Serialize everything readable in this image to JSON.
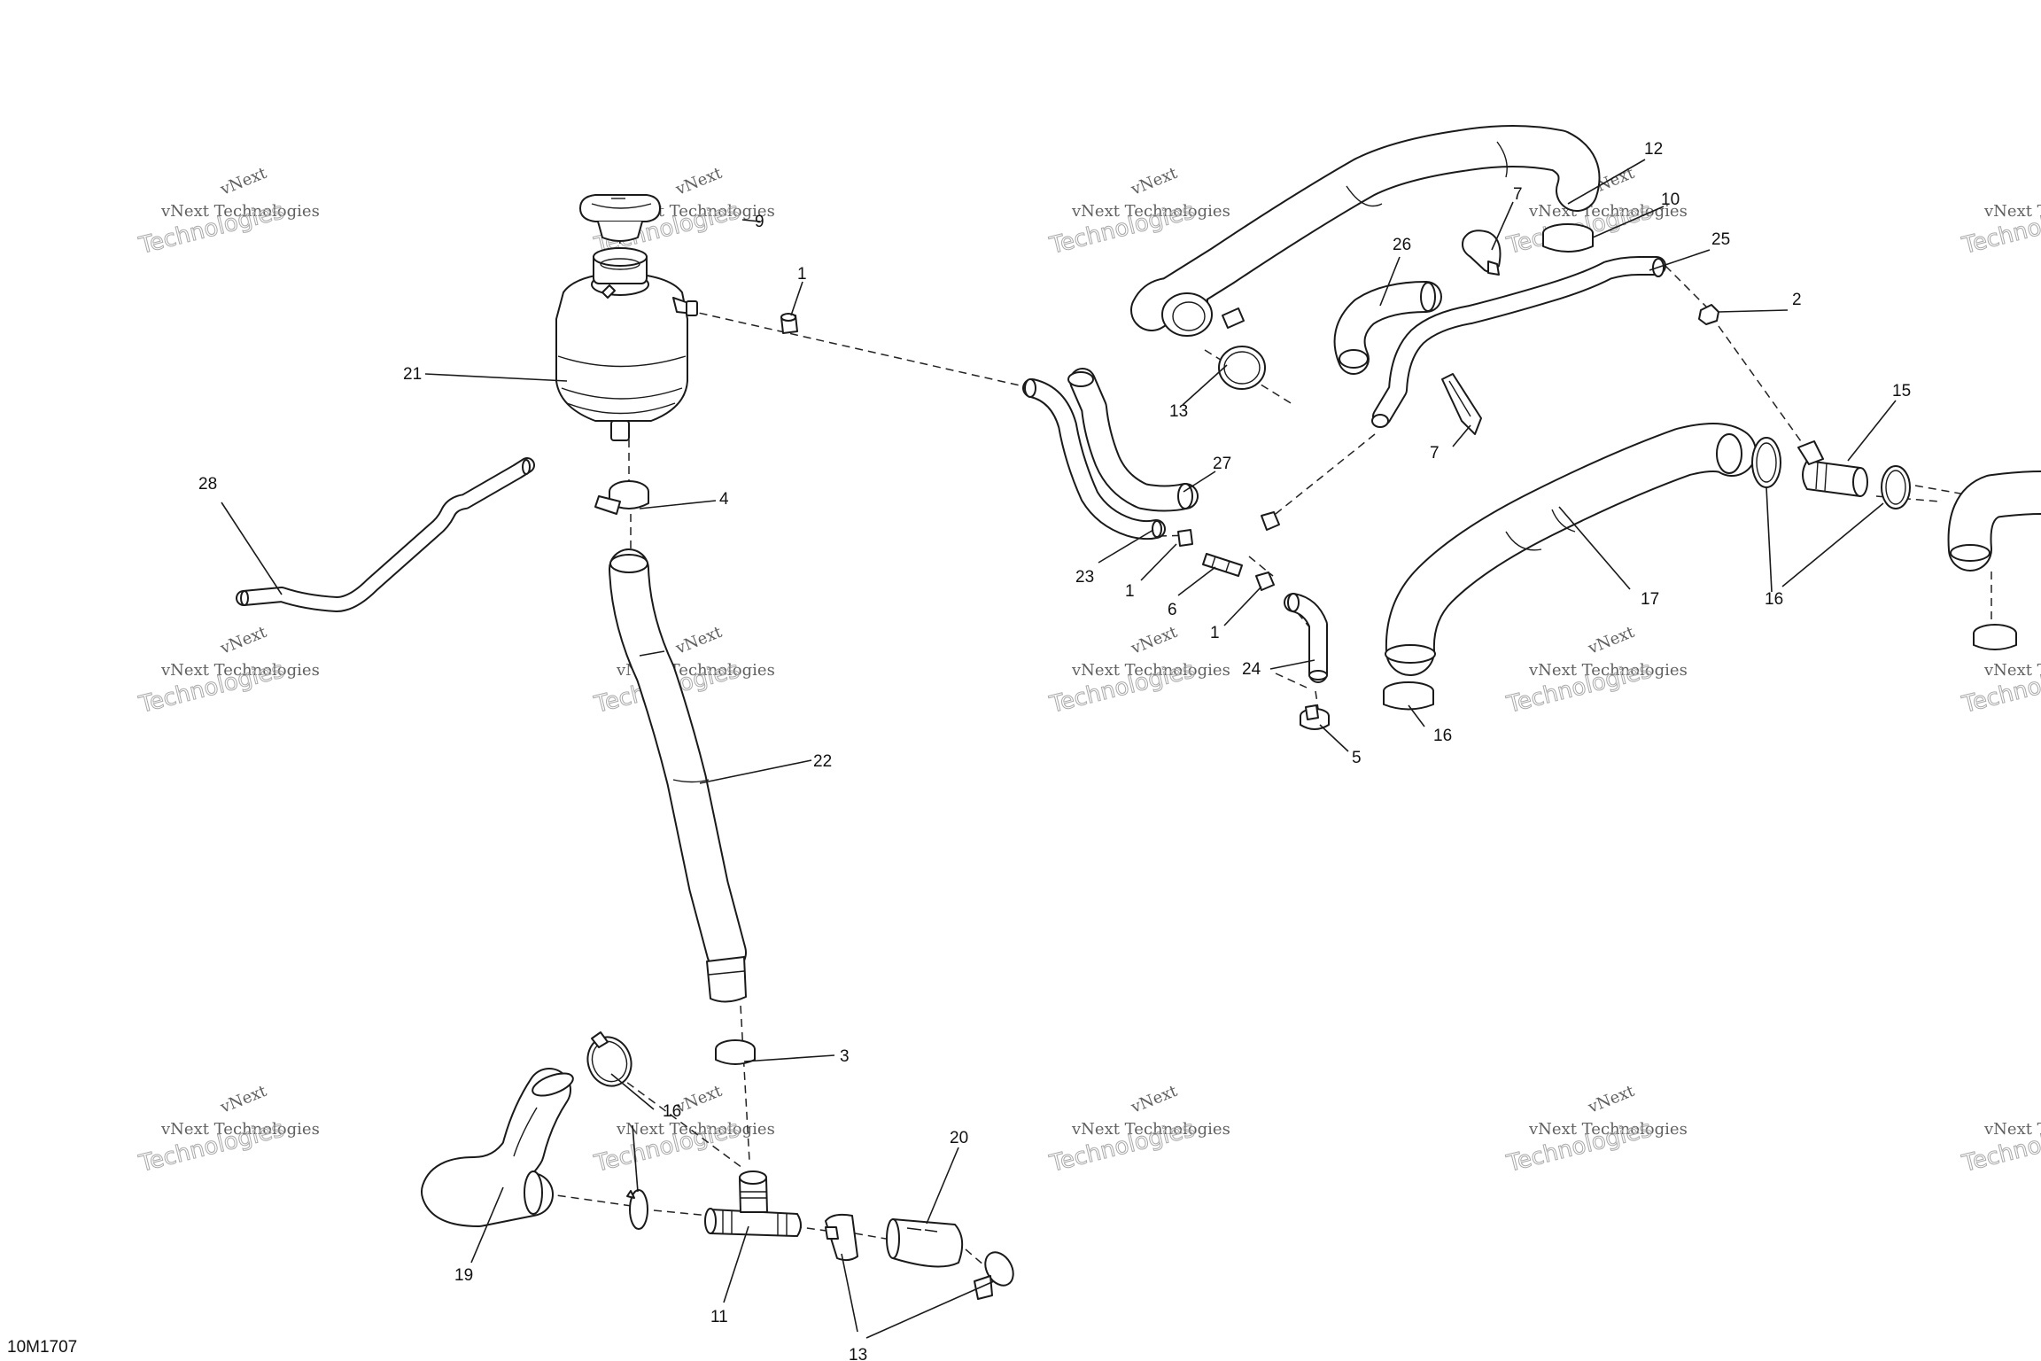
{
  "diagram": {
    "reference_code": "10M1707",
    "watermark": {
      "line1": "vNext",
      "line2": "vNext Technologies",
      "line3": "Technologies"
    },
    "callouts": [
      {
        "id": "c9",
        "label": "9"
      },
      {
        "id": "c1a",
        "label": "1"
      },
      {
        "id": "c21",
        "label": "21"
      },
      {
        "id": "c28",
        "label": "28"
      },
      {
        "id": "c4",
        "label": "4"
      },
      {
        "id": "c22",
        "label": "22"
      },
      {
        "id": "c3",
        "label": "3"
      },
      {
        "id": "c16a",
        "label": "16"
      },
      {
        "id": "c19",
        "label": "19"
      },
      {
        "id": "c11",
        "label": "11"
      },
      {
        "id": "c13a",
        "label": "13"
      },
      {
        "id": "c20",
        "label": "20"
      },
      {
        "id": "c12",
        "label": "12"
      },
      {
        "id": "c7a",
        "label": "7"
      },
      {
        "id": "c10",
        "label": "10"
      },
      {
        "id": "c26",
        "label": "26"
      },
      {
        "id": "c25",
        "label": "25"
      },
      {
        "id": "c2",
        "label": "2"
      },
      {
        "id": "c13b",
        "label": "13"
      },
      {
        "id": "c7b",
        "label": "7"
      },
      {
        "id": "c27",
        "label": "27"
      },
      {
        "id": "c15",
        "label": "15"
      },
      {
        "id": "c23",
        "label": "23"
      },
      {
        "id": "c1b",
        "label": "1"
      },
      {
        "id": "c6",
        "label": "6"
      },
      {
        "id": "c1c",
        "label": "1"
      },
      {
        "id": "c17",
        "label": "17"
      },
      {
        "id": "c16b",
        "label": "16"
      },
      {
        "id": "c24",
        "label": "24"
      },
      {
        "id": "c5",
        "label": "5"
      },
      {
        "id": "c16c",
        "label": "16"
      }
    ]
  }
}
